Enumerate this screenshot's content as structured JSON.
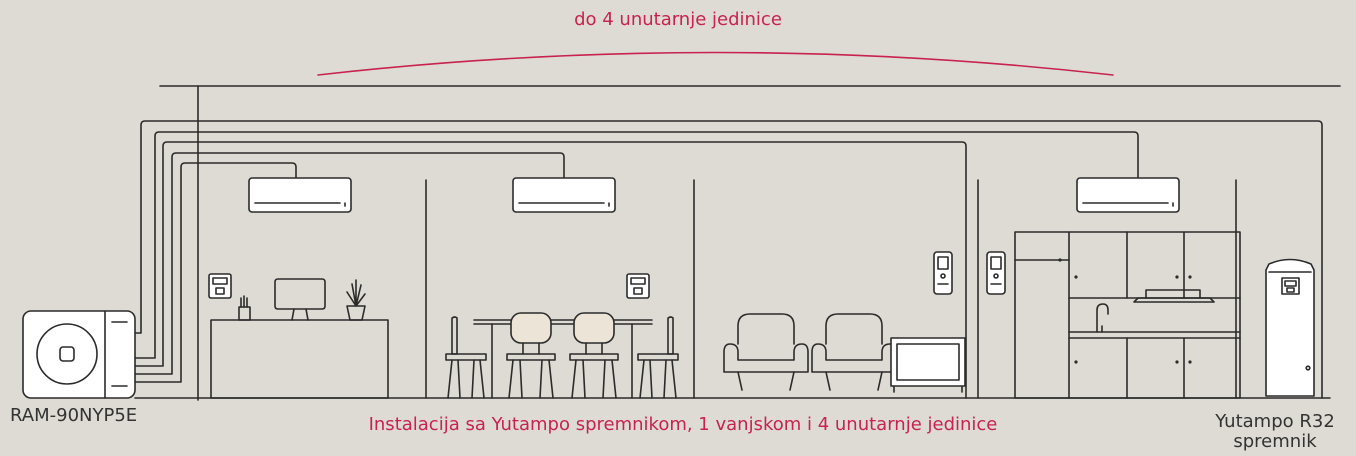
{
  "labels": {
    "top_range": "do 4 unutarnje jedinice",
    "caption": "Instalacija sa Yutampo spremnikom, 1 vanjskom i 4 unutarnje jedinice",
    "outdoor_unit": "RAM-90NYP5E",
    "tank_line1": "Yutampo R32",
    "tank_line2": "spremnik"
  },
  "colors": {
    "background": "#dedbd4",
    "line": "#2b2b2b",
    "accent": "#c8224e",
    "cushion": "#ece4d7",
    "unit_fill": "#ffffff"
  }
}
